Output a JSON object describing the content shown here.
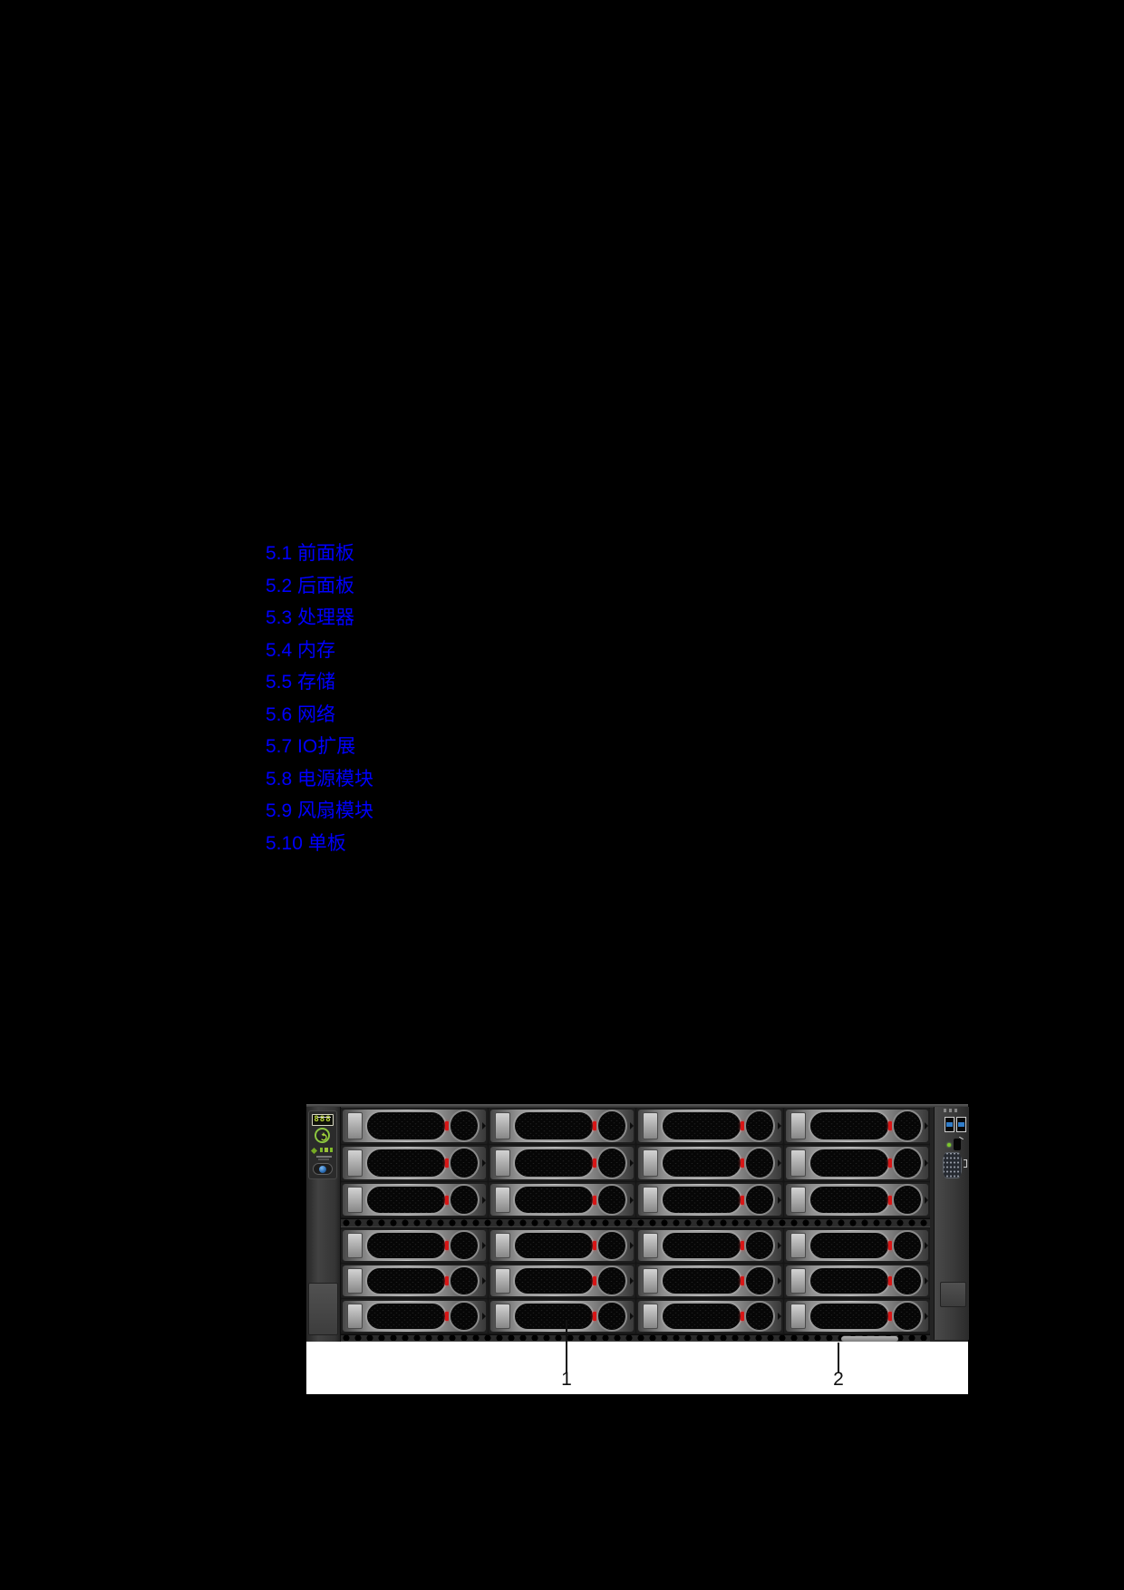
{
  "page": {
    "background_color": "#000000"
  },
  "toc": {
    "link_color": "#0000ff",
    "links": [
      {
        "label": "5.1 前面板"
      },
      {
        "label": "5.2 后面板"
      },
      {
        "label": "5.3 处理器"
      },
      {
        "label": "5.4 内存"
      },
      {
        "label": "5.5 存储"
      },
      {
        "label": "5.6 网络"
      },
      {
        "label": "5.7 IO扩展"
      },
      {
        "label": "5.8 电源模块"
      },
      {
        "label": "5.9 风扇模块"
      },
      {
        "label": "5.10 单板"
      }
    ]
  },
  "figure": {
    "type": "server-front-panel-photo",
    "lcd_display_value": "888",
    "drive_bays": {
      "rows": 6,
      "columns": 4
    },
    "callouts": [
      {
        "number": "1"
      },
      {
        "number": "2"
      }
    ],
    "colors": {
      "chassis_gray": "#242424",
      "drive_led_red": "#d81616",
      "power_ring_green": "#8cc63f",
      "lcd_digits_green": "#c2de3a",
      "usb_port_blue": "#2f7cc9",
      "status_led_green": "#7ec82a",
      "callout_band_white": "#ffffff"
    }
  }
}
